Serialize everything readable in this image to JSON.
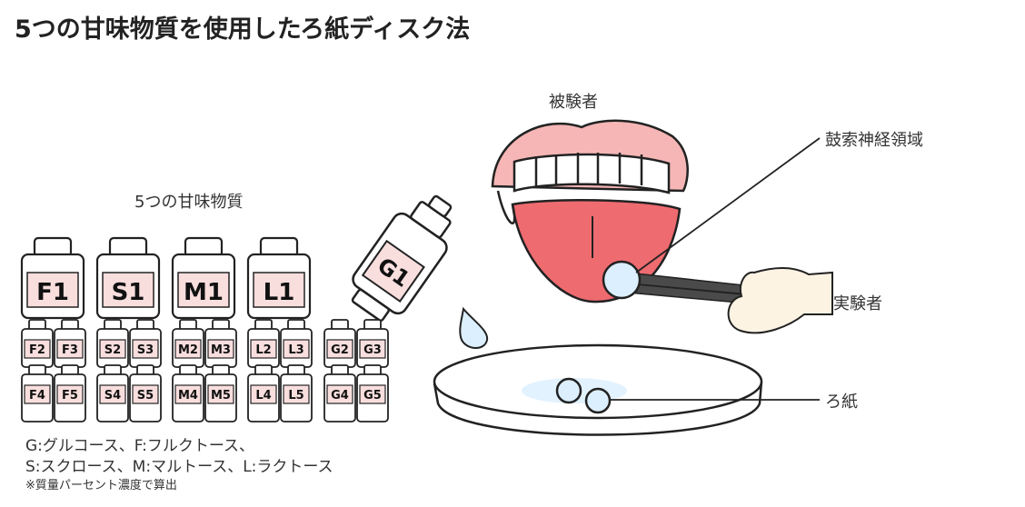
{
  "title": "5つの甘味物質を使用したろ紙ディスク法",
  "labels": {
    "subject": "被験者",
    "nerve": "鼓索神経領域",
    "experimenter": "実験者",
    "filter_paper": "ろ紙",
    "sweeteners": "5つの甘味物質"
  },
  "bottles": {
    "large": [
      "F1",
      "S1",
      "M1",
      "L1"
    ],
    "small_rows": [
      [
        "F2",
        "F3",
        "S2",
        "S3",
        "M2",
        "M3",
        "L2",
        "L3",
        "G2",
        "G3"
      ],
      [
        "F4",
        "F5",
        "S4",
        "S5",
        "M4",
        "M5",
        "L4",
        "L5",
        "G4",
        "G5"
      ]
    ],
    "dropper": "G1"
  },
  "legend": {
    "line1": "G:グルコース、F:フルクトース、",
    "line2": "S:スクロース、M:マルトース、L:ラクトース",
    "note": "※質量パーセント濃度で算出"
  },
  "colors": {
    "label_pink": "#f9dede",
    "tongue": "#ee6b70",
    "lips": "#f6b6b6",
    "hand": "#fdf3e3",
    "drop": "#dcefff",
    "tweezers": "#4a4a4a"
  }
}
